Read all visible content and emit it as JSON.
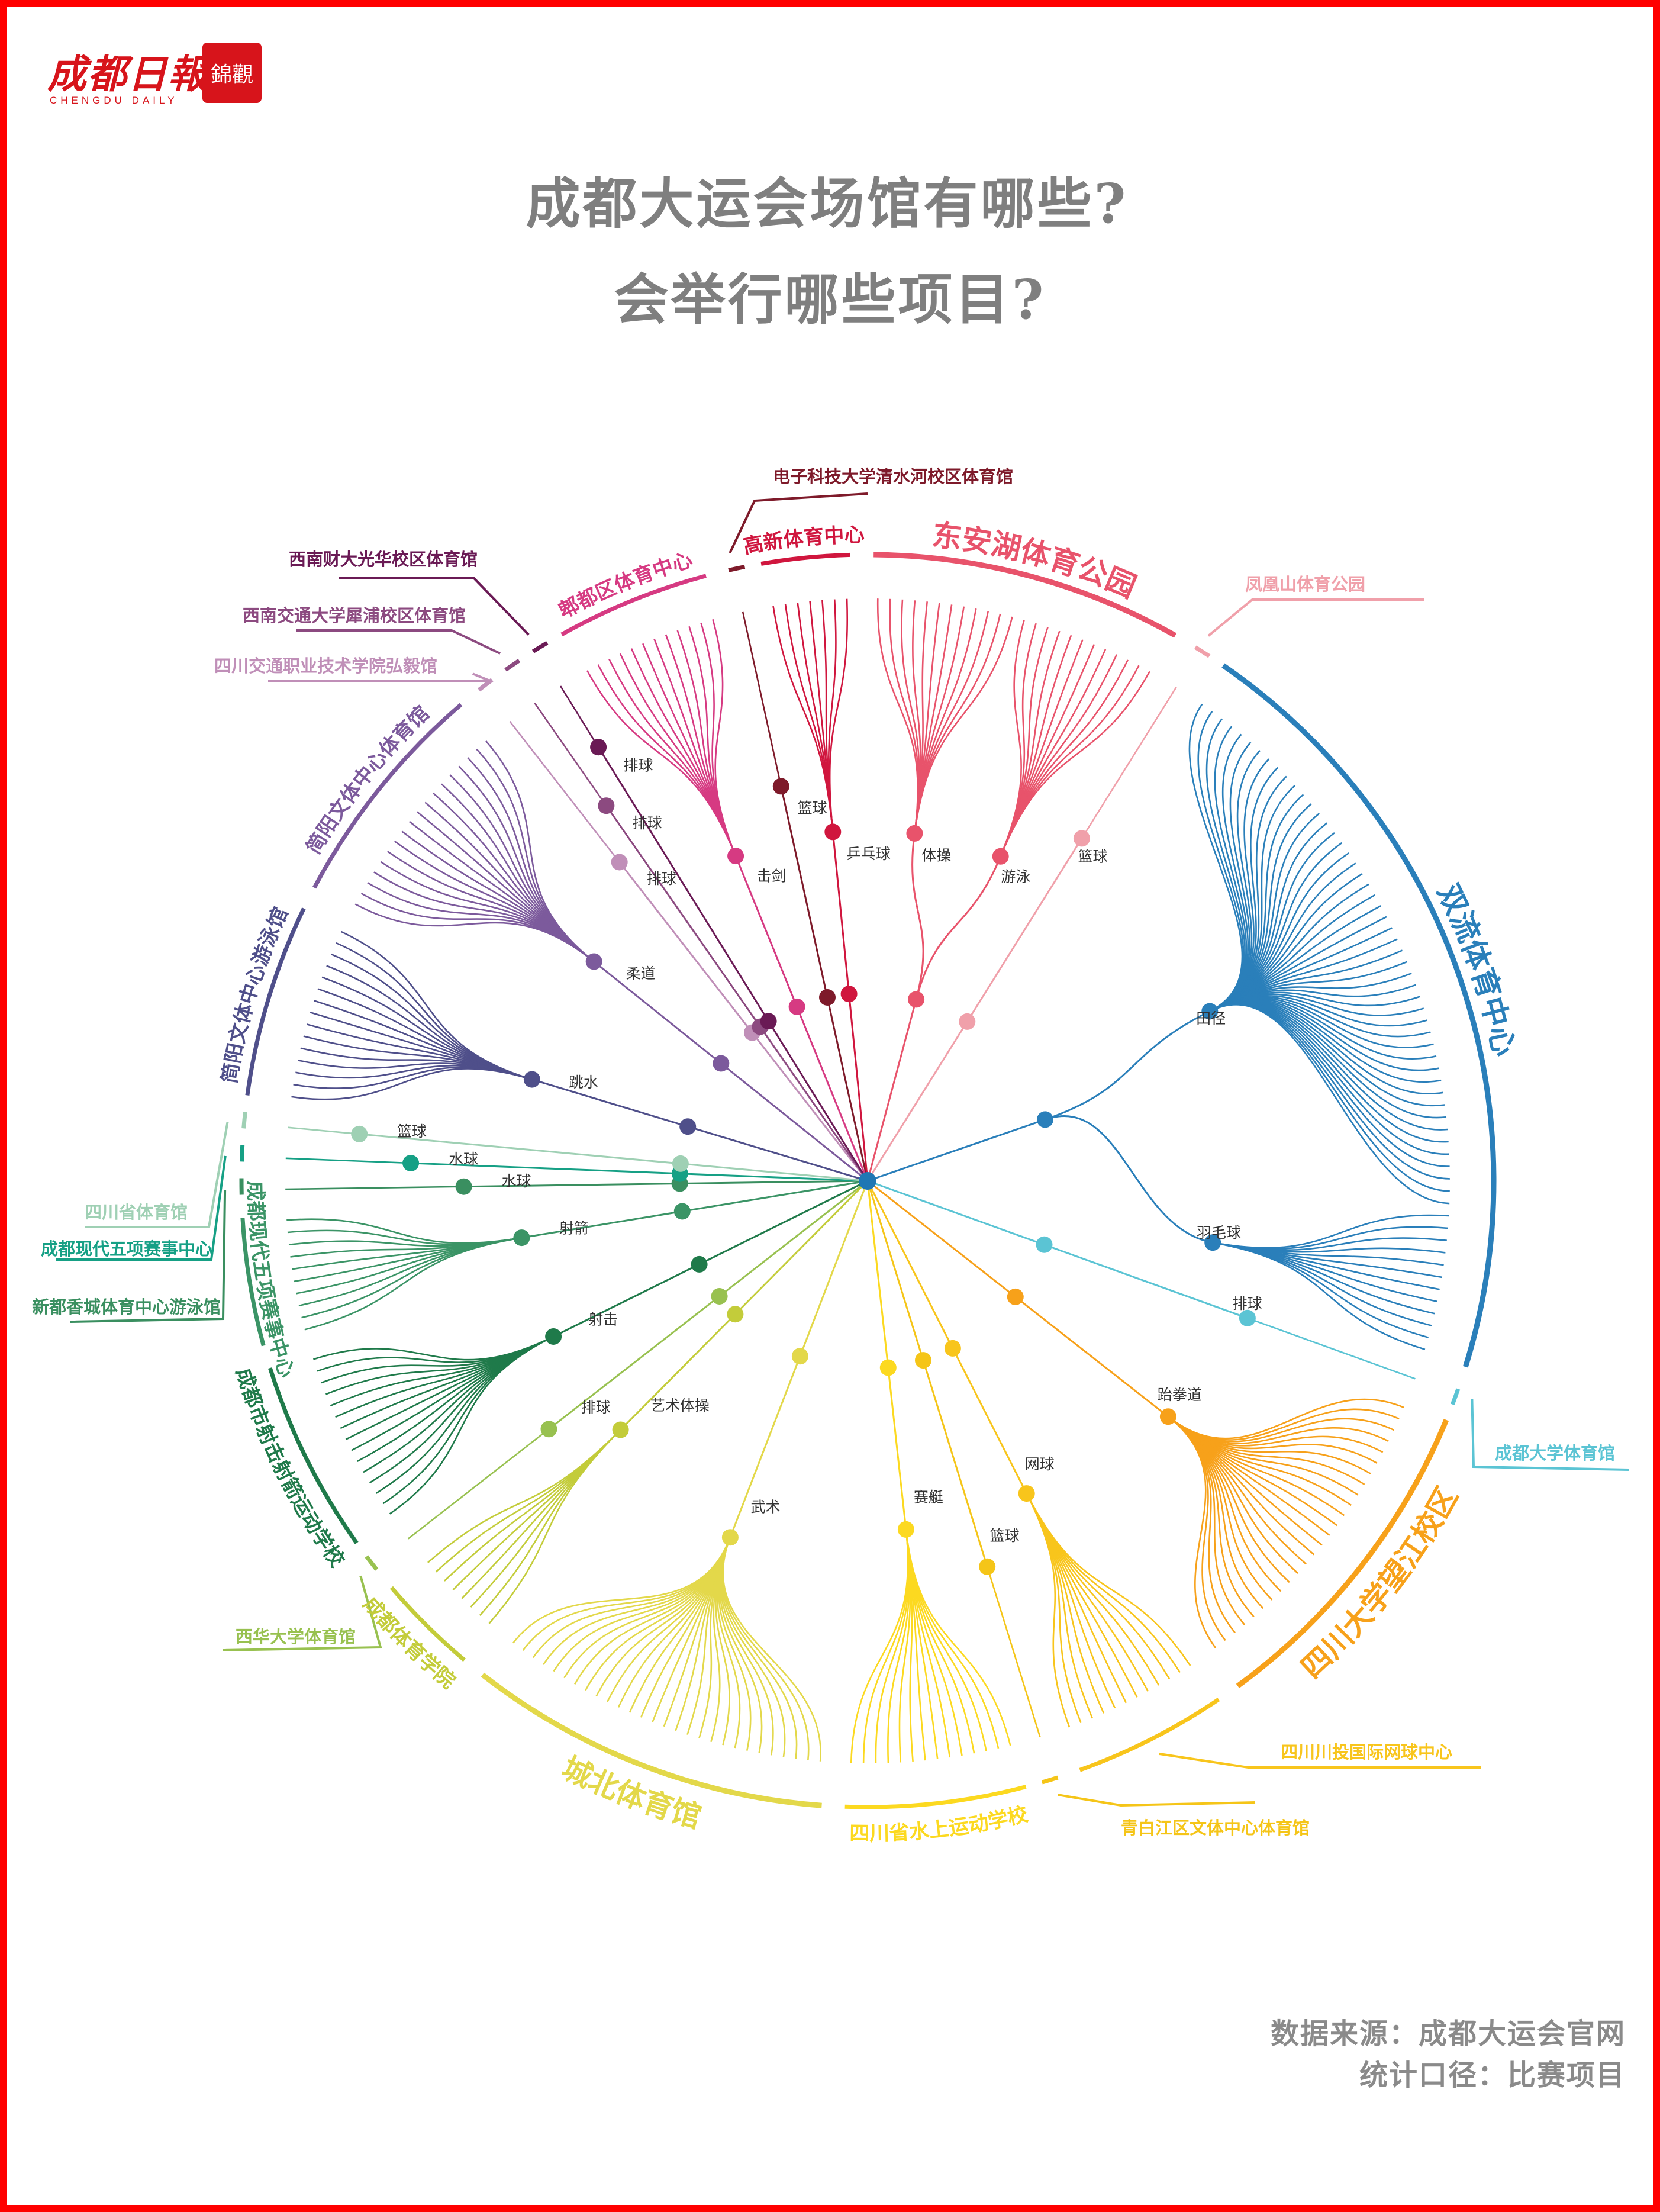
{
  "logo": {
    "name_cn": "成都日報",
    "name_en": "CHENGDU DAILY",
    "badge": "錦觀"
  },
  "title": {
    "line1": "成都大运会场馆有哪些?",
    "line2": "会举行哪些项目?"
  },
  "footer": {
    "source": "数据来源：成都大运会官网",
    "scope": "统计口径：比赛项目"
  },
  "diagram": {
    "center_color": "#1f77b4",
    "venues": [
      {
        "name": "东安湖体育公园",
        "color": "#e8536b",
        "sports": [
          {
            "name": "体操",
            "leaves": 12
          },
          {
            "name": "游泳",
            "leaves": 12
          }
        ]
      },
      {
        "name": "凤凰山体育公园",
        "color": "#f0a0aa",
        "sports": [
          {
            "name": "篮球",
            "leaves": 1
          }
        ]
      },
      {
        "name": "双流体育中心",
        "color": "#2a7fba",
        "sports": [
          {
            "name": "田径",
            "leaves": 48
          },
          {
            "name": "羽毛球",
            "leaves": 12
          }
        ]
      },
      {
        "name": "成都大学体育馆",
        "color": "#5bc4d4",
        "sports": [
          {
            "name": "排球",
            "leaves": 1
          }
        ]
      },
      {
        "name": "四川大学望江校区",
        "color": "#f7a11a",
        "sports": [
          {
            "name": "跆拳道",
            "leaves": 26
          }
        ]
      },
      {
        "name": "四川川投国际网球中心",
        "color": "#f8c51c",
        "sports": [
          {
            "name": "网球",
            "leaves": 12
          }
        ]
      },
      {
        "name": "青白江区文体中心体育馆",
        "color": "#f5c518",
        "sports": [
          {
            "name": "篮球",
            "leaves": 1
          }
        ]
      },
      {
        "name": "四川省水上运动学校",
        "color": "#fcd920",
        "sports": [
          {
            "name": "赛艇",
            "leaves": 14
          }
        ]
      },
      {
        "name": "城北体育馆",
        "color": "#e3d84a",
        "sports": [
          {
            "name": "武术",
            "leaves": 28
          }
        ]
      },
      {
        "name": "成都体育学院",
        "color": "#c3cc3a",
        "sports": [
          {
            "name": "艺术体操",
            "leaves": 8
          }
        ]
      },
      {
        "name": "西华大学体育馆",
        "color": "#98c150",
        "sports": [
          {
            "name": "排球",
            "leaves": 1
          }
        ]
      },
      {
        "name": "成都市射击射箭运动学校",
        "color": "#1f7a4a",
        "sports": [
          {
            "name": "射击",
            "leaves": 15
          }
        ]
      },
      {
        "name": "成都现代五项赛事中心",
        "color": "#3b9466",
        "sports": [
          {
            "name": "射箭",
            "leaves": 10
          }
        ]
      },
      {
        "name": "新都香城体育中心游泳馆",
        "color": "#3a8f60",
        "sports": [
          {
            "name": "水球",
            "leaves": 1
          }
        ]
      },
      {
        "name": "成都现代五项赛事中心",
        "color": "#16a085",
        "sports": [
          {
            "name": "水球",
            "leaves": 1
          }
        ]
      },
      {
        "name": "四川省体育馆",
        "color": "#9fd0b4",
        "sports": [
          {
            "name": "篮球",
            "leaves": 1
          }
        ]
      },
      {
        "name": "简阳文体中心游泳馆",
        "color": "#4f4f8a",
        "sports": [
          {
            "name": "跳水",
            "leaves": 15
          }
        ]
      },
      {
        "name": "简阳文体中心体育馆",
        "color": "#7c5a9c",
        "sports": [
          {
            "name": "柔道",
            "leaves": 18
          }
        ]
      },
      {
        "name": "四川交通职业技术学院弘毅馆",
        "color": "#c08fb8",
        "sports": [
          {
            "name": "排球",
            "leaves": 1
          }
        ]
      },
      {
        "name": "西南交通大学犀浦校区体育馆",
        "color": "#8c4a80",
        "sports": [
          {
            "name": "排球",
            "leaves": 1
          }
        ]
      },
      {
        "name": "西南财大光华校区体育馆",
        "color": "#6a1a55",
        "sports": [
          {
            "name": "排球",
            "leaves": 1
          }
        ]
      },
      {
        "name": "郫都区体育中心",
        "color": "#d63a82",
        "sports": [
          {
            "name": "击剑",
            "leaves": 12
          }
        ]
      },
      {
        "name": "电子科技大学清水河校区体育馆",
        "color": "#7e1a2a",
        "sports": [
          {
            "name": "篮球",
            "leaves": 1
          }
        ]
      },
      {
        "name": "高新体育中心",
        "color": "#d0163e",
        "sports": [
          {
            "name": "乒乓球",
            "leaves": 7
          }
        ]
      }
    ]
  }
}
